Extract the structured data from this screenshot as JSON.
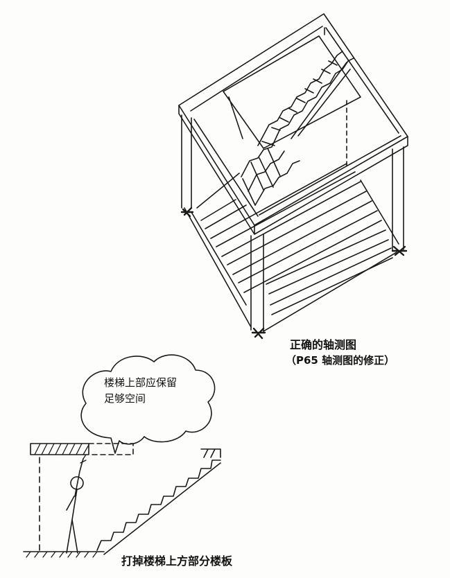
{
  "captions": {
    "axonometric_title": "正确的轴测图",
    "axonometric_subtitle": "（P65 轴测图的修正）",
    "bubble_line1": "楼梯上部应保留",
    "bubble_line2": "足够空间",
    "bottom_caption": "打掉楼梯上方部分楼板"
  },
  "colors": {
    "ink": "#1a1a1a",
    "paper": "#fdfdfb"
  }
}
